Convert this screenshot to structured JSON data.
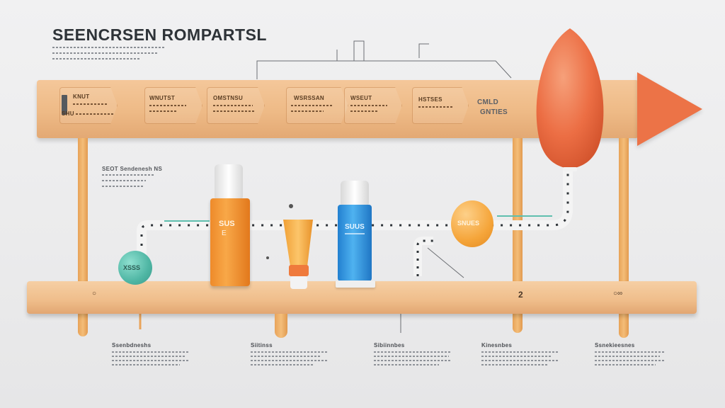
{
  "title": "SEENCRSEN ROMPARTSL",
  "timeline": {
    "tabs": [
      {
        "label": "KNUT",
        "sub": "SHU"
      },
      {
        "label": "WNUTST"
      },
      {
        "label": "OMSTNSU"
      },
      {
        "label": "WSRSSAN"
      },
      {
        "label": "WSEUT"
      },
      {
        "label": "HSTSES"
      }
    ],
    "end_label_1": "CMLD",
    "end_label_2": "GNTIES"
  },
  "side_note": "SEOT Sendenesh NS",
  "products": {
    "orange_bottle_label": "SUS",
    "orange_bottle_sub": "E",
    "blue_bottle_label": "SUUS",
    "teal_ball_label": "XSSS",
    "orange_ball_label": "SNUES"
  },
  "markers": {
    "bottom_number": "2"
  },
  "captions": [
    {
      "title": "Ssenbdneshs"
    },
    {
      "title": "Siitinss"
    },
    {
      "title": "Sibiinnbes"
    },
    {
      "title": "Kinesnbes"
    },
    {
      "title": "Ssnekieesnes"
    }
  ],
  "colors": {
    "beam": "#eeba86",
    "accent_orange": "#ec7347",
    "teal": "#5fbfae",
    "blue": "#2f8fd8"
  }
}
